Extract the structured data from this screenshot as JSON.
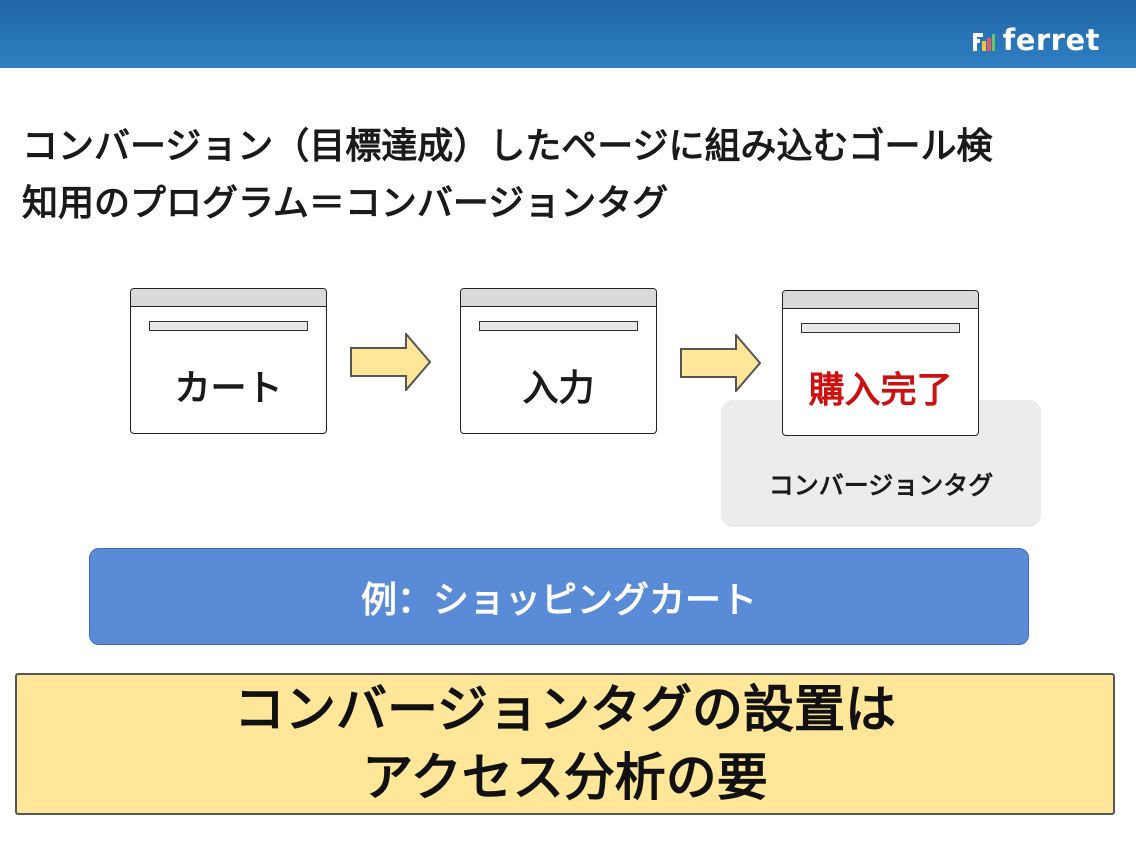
{
  "header": {
    "logo_text": "ferret",
    "logo_icon": "ferret-logo-icon",
    "color": "#2a76b8"
  },
  "headline": {
    "line1": "コンバージョン（目標達成）したページに組み込むゴール検",
    "line2": "知用のプログラム＝コンバージョンタグ"
  },
  "flow": {
    "steps": [
      {
        "label": "カート"
      },
      {
        "label": "入力"
      },
      {
        "label": "購入完了"
      }
    ],
    "arrow_icon": "right-arrow-icon",
    "tag_label": "コンバージョンタグ",
    "highlight_color": "#cc1111"
  },
  "example": {
    "label": "例：ショッピングカート",
    "color": "#5a8bd6"
  },
  "conclusion": {
    "line1": "コンバージョンタグの設置は",
    "line2": "アクセス分析の要",
    "color": "#ffe699"
  }
}
